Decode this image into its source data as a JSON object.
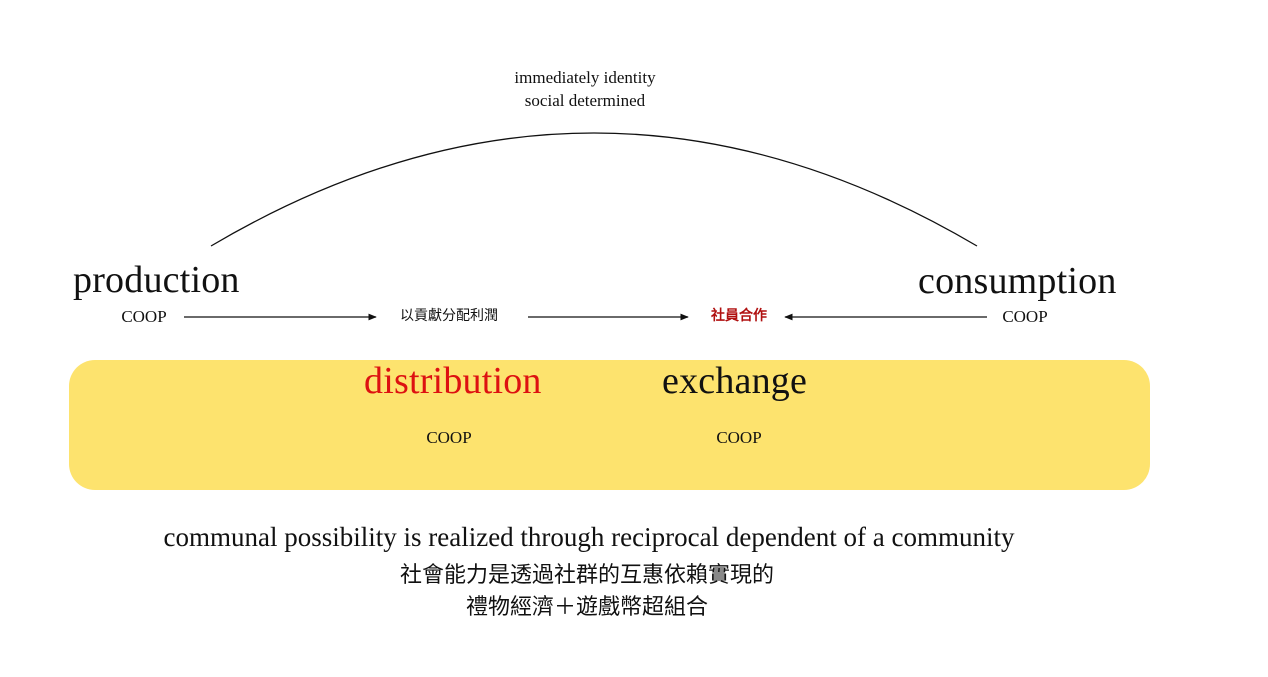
{
  "arc": {
    "label_line1": "immediately identity",
    "label_line2": "social determined"
  },
  "nodes": {
    "production": {
      "title": "production",
      "sub": "COOP"
    },
    "consumption": {
      "title": "consumption",
      "sub": "COOP"
    },
    "distribution": {
      "title": "distribution",
      "sub": "COOP",
      "color": "#dd1111"
    },
    "exchange": {
      "title": "exchange",
      "sub": "COOP"
    }
  },
  "flow": {
    "middle_label": "以貢獻分配利潤",
    "target_label": "社員合作",
    "target_color": "#b01010"
  },
  "band": {
    "color": "#fde36e"
  },
  "summary": {
    "english": "communal possibility is realized through reciprocal dependent of a community",
    "chinese_line1": "社會能力是透過社群的互惠依賴實現的",
    "chinese_line2": "禮物經濟＋遊戲幣超組合"
  }
}
